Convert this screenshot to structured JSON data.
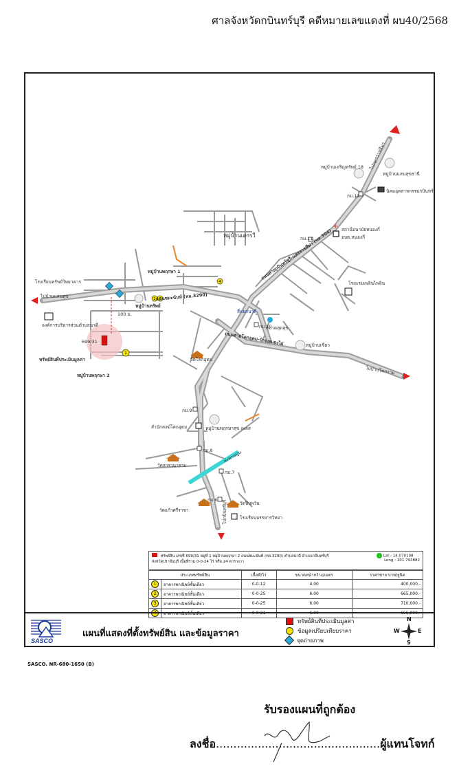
{
  "header": {
    "case_text": "ศาลจังหวัดกบินทร์บุรี  คดีหมายเลขแดงที่ ผบ40/2568"
  },
  "map": {
    "roads": {
      "r3290": "ถนนชมะนันท์ (ทล.3290)",
      "r304": "ถนนสายกบินทร์บุรี-นครราชสีมา (ทล.304)",
      "rkk": "ถนนสายโคกอุดม-บ้านหนองไผ่",
      "r_left": "ไปบ้านแสนสุข",
      "r_right": "ไปบ้านโคกราม",
      "r_top": "ไปนครราชสีมา",
      "r_bottom": "ไปกบินทร์บุรี",
      "junction": "สี่แยกนาดี",
      "d100": "100 ม."
    },
    "places": {
      "ekkari": "หมู่บ้านเอกรวี",
      "charoenphon": "หมู่บ้านเจริญทรัพย์ 18",
      "saensuk": "หมู่บ้านแสนสุขธานี",
      "nikhom": "นิคมอุตสาหกรรมกบินทร์บุรี",
      "nongki_hosp": "สถานีอนามัยหนองกี่",
      "nongki_obt": "อบต.หนองกี่",
      "school_left": "โรงเรียนทรัพย์วิทยาคาร",
      "obt_nadi": "องค์การบริหารส่วนตำบลนาดี",
      "village_pn": "หมู่บ้านพฤกษา 1",
      "village_npt": "หมู่บ้านทรัพย์",
      "resort": "โรงแรมเพลินไพลิน",
      "market": "ตลาดสุดสุข",
      "village_kk": "หมู่บ้านเขียว",
      "wat_kk": "วัดโคกอุดม",
      "office_kk": "สำนักสงฆ์โคกอุดม",
      "village_ks": "หมู่บ้านพฤกษาสุข เพลส",
      "wat_sr": "วัดสารวนาราม",
      "wat_kt": "วัดแก้วศรีราชา",
      "wat_pv": "วัดปีบพวัน",
      "school_bt": "โรงเรียนบรรหารวิทยา",
      "subject_no": "699/31",
      "subject_label": "ทรัพย์สินที่ประเมินมูลค่า",
      "village2": "หมู่บ้านพฤกษา 2",
      "bridge": "สะพานปูน"
    },
    "km": [
      "กม.8",
      "กม.9",
      "กม.10",
      "กม.11",
      "กม.12",
      "กม.6",
      "กม.7"
    ]
  },
  "legend_table": {
    "desc": "ทรัพย์สิน เลขที่ 699/31 หมู่ที่ 1 หมู่บ้านพฤกษา 2 ถนนชมะนันท์ (ทล.3290) ตำบลนาดี อำเภอกบินทร์บุรี",
    "desc2": "จังหวัดปราจีนบุรี เนื้อที่รวม 0-0-24 ไร่ หรือ 24 ตารางวา",
    "lat": "Lat : 14.070108",
    "long": "Long : 101.793882",
    "headers": [
      "ประเภททรัพย์สิน",
      "เนื้อที่/ไร่",
      "ขนาดหน้ากว้าง/เมตร",
      "ราคาขาย บาท/ยูนิต"
    ],
    "rows": [
      {
        "n": "1",
        "type": "อาคารพาณิชย์ชั้นเดียว",
        "area": "0-0-12",
        "front": "4.00",
        "price": "400,000.-"
      },
      {
        "n": "2",
        "type": "อาคารพาณิชย์ชั้นเดียว",
        "area": "0-0-25",
        "front": "6.00",
        "price": "665,000.-"
      },
      {
        "n": "3",
        "type": "อาคารพาณิชย์ชั้นเดียว",
        "area": "0-0-25",
        "front": "6.00",
        "price": "710,000.-"
      },
      {
        "n": "4",
        "type": "อาคารพาณิชย์ชั้นเดียว",
        "area": "0-0-21",
        "front": "6.00",
        "price": "655,000.-"
      }
    ]
  },
  "footer": {
    "company": "SASCO",
    "title": "แผนที่แสดงที่ตั้งทรัพย์สิน และข้อมูลราคา",
    "legend": [
      "ทรัพย์สินที่ประเมินมูลค่า",
      "ข้อมูลเปรียบเทียบราคา",
      "จุดถ่ายภาพ"
    ],
    "compass": {
      "n": "N",
      "s": "S",
      "e": "E",
      "w": "W"
    },
    "code": "SASCO. NR-680-1650 (B)"
  },
  "cert": {
    "line1": "รับรองแผนที่ถูกต้อง",
    "line2_prefix": "ลงชื่อ",
    "line2_dots": "...............................................",
    "line2_suffix": "ผู้แทนโจทก์"
  },
  "colors": {
    "road": "#a9a9a9",
    "subject": "#e01010",
    "compare": "#f5e400",
    "photo": "#2aa8d8",
    "orange": "#e8862a",
    "river": "#3bd6d6"
  }
}
